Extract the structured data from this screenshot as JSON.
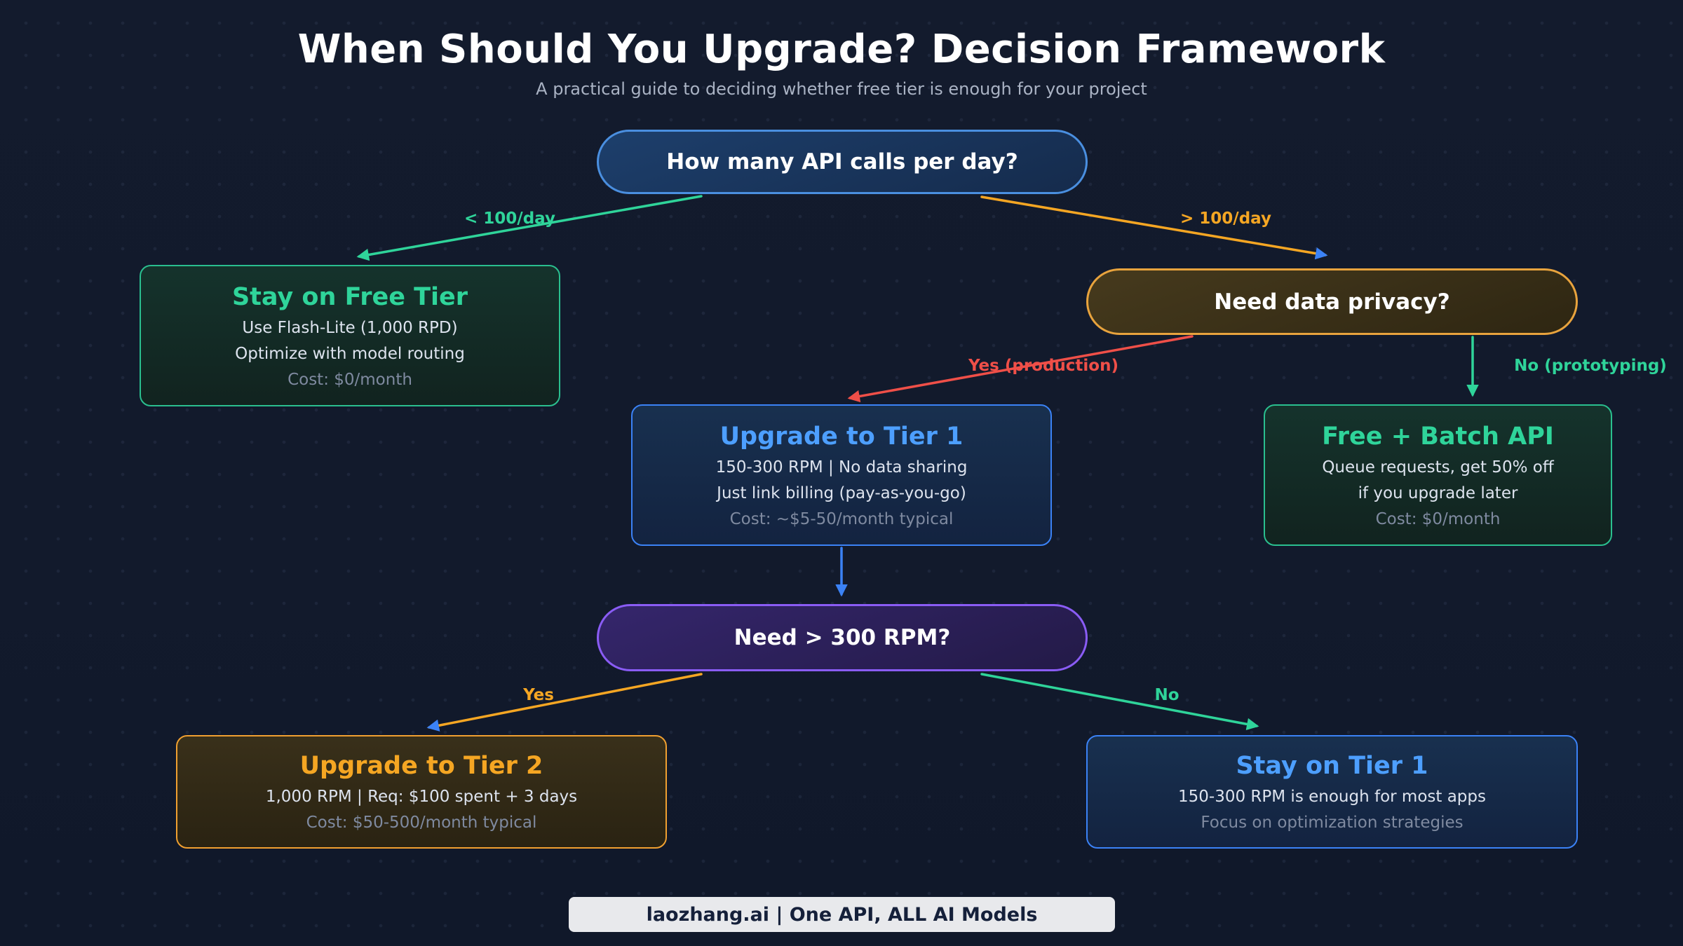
{
  "page": {
    "title": "When Should You Upgrade? Decision Framework",
    "subtitle": "A practical guide to deciding whether free tier is enough for your project",
    "footer": "laozhang.ai | One API, ALL AI Models"
  },
  "nodes": {
    "root": {
      "label": "How many API calls per day?"
    },
    "stay_free": {
      "title": "Stay on Free Tier",
      "line1": "Use Flash-Lite (1,000 RPD)",
      "line2": "Optimize with model routing",
      "cost": "Cost: $0/month"
    },
    "privacy": {
      "label": "Need data privacy?"
    },
    "tier1": {
      "title": "Upgrade to Tier 1",
      "line1": "150-300 RPM | No data sharing",
      "line2": "Just link billing (pay-as-you-go)",
      "cost": "Cost: ~$5-50/month typical"
    },
    "batch": {
      "title": "Free + Batch API",
      "line1": "Queue requests, get 50% off",
      "line2": "if you upgrade later",
      "cost": "Cost: $0/month"
    },
    "rpm": {
      "label": "Need > 300 RPM?"
    },
    "tier2": {
      "title": "Upgrade to Tier 2",
      "line1": "1,000 RPM | Req: $100 spent + 3 days",
      "cost": "Cost: $50-500/month typical"
    },
    "stay_tier1": {
      "title": "Stay on Tier 1",
      "line1": "150-300 RPM is enough for most apps",
      "line2": "Focus on optimization strategies"
    }
  },
  "edges": {
    "lt100": "< 100/day",
    "gt100": "> 100/day",
    "yes_production": "Yes (production)",
    "no_prototyping": "No (prototyping)",
    "yes": "Yes",
    "no": "No"
  },
  "colors": {
    "background": "#131b2d",
    "teal": "#2abf8f",
    "blue": "#3b82f6",
    "orange": "#f0a030",
    "red": "#e8504a",
    "purple": "#8a5cf5",
    "footer_bg": "#e8e9ec"
  }
}
